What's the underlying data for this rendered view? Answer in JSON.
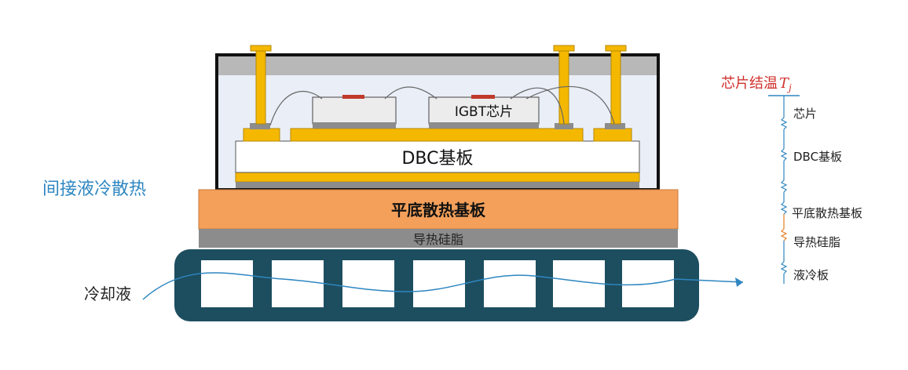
{
  "labels": {
    "cooling_type": "间接液冷散热",
    "coolant": "冷却液",
    "chip": "IGBT芯片",
    "dbc": "DBC基板",
    "baseplate": "平底散热基板",
    "grease": "导热硅脂"
  },
  "thermal_network": {
    "title": "芯片结温",
    "title_symbol": "T",
    "title_subscript": "j",
    "nodes": [
      "芯片",
      "DBC基板",
      "平底散热基板",
      "导热硅脂",
      "液冷板"
    ]
  },
  "colors": {
    "accent_blue": "#2e86c1",
    "title_red": "#d0312d",
    "gold": "#f5b800",
    "orange": "#f4a05b",
    "gray": "#8c8c8c",
    "dark_teal": "#1d4e5f",
    "frame_gray": "#bdbdbd",
    "inner_bg": "#e9eef7",
    "chip_red": "#c0392b",
    "resistor_blue": "#2e86c1",
    "resistor_orange": "#e67e22"
  }
}
